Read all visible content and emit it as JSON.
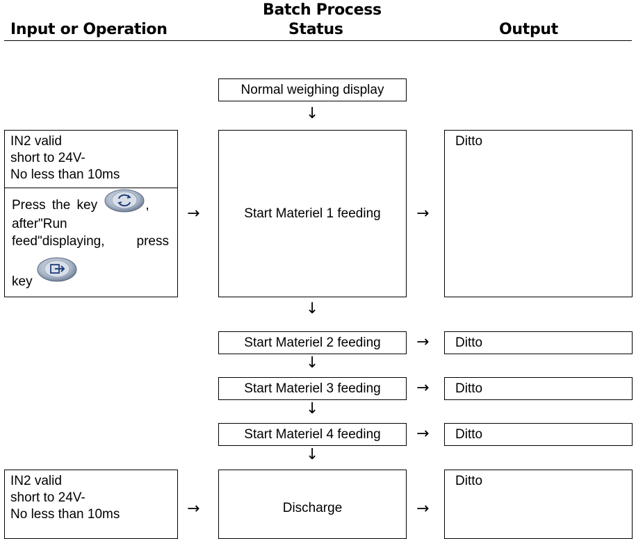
{
  "header": {
    "title": "Batch Process",
    "col_input": "Input or Operation",
    "col_status": "Status",
    "col_output": "Output"
  },
  "arrows": {
    "down": "↓",
    "right": "→"
  },
  "status": {
    "normal": "Normal weighing display",
    "mat1": "Start Materiel 1 feeding",
    "mat2": "Start Materiel 2 feeding",
    "mat3": "Start Materiel 3 feeding",
    "mat4": "Start Materiel 4 feeding",
    "discharge": "Discharge"
  },
  "input1": {
    "line1": "IN2 valid",
    "line2": "short to 24V-",
    "line3": "No less than 10ms"
  },
  "operation": {
    "press_key": "Press the key",
    "comma": ",",
    "after_run": "after\"Run",
    "feed_displaying": "feed\"displaying,",
    "press": "press",
    "key": "key",
    "key1_icon": "cycle-key-icon",
    "key2_icon": "enter-key-icon"
  },
  "input2": {
    "line1": "IN2 valid",
    "line2": "short to 24V-",
    "line3": "No less than 10ms"
  },
  "output": {
    "o1": "Ditto",
    "o2": "Ditto",
    "o3": "Ditto",
    "o4": "Ditto",
    "o5": "Ditto"
  }
}
